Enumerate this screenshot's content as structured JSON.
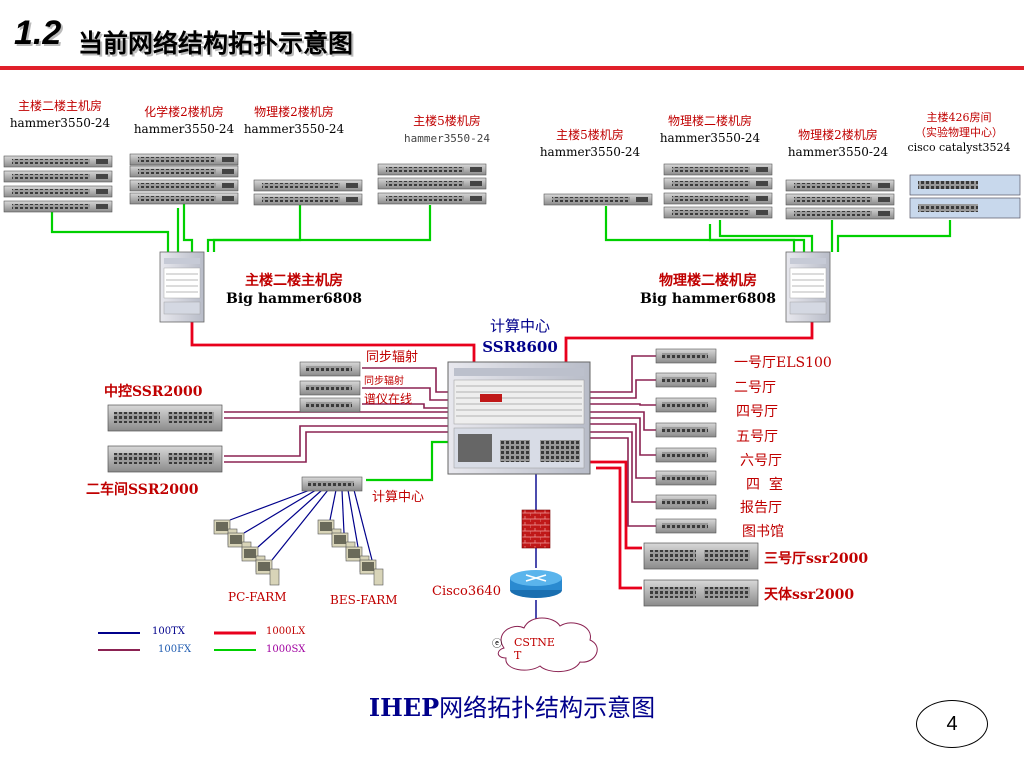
{
  "slide": {
    "title_number": "1.2",
    "title_text": "当前网络结构拓扑示意图",
    "bottom_title_a": "IHEP",
    "bottom_title_b": "网络拓扑结构示意图",
    "page_number": "4"
  },
  "top_buildings": [
    {
      "name": "主楼二楼主机房",
      "model": "hammer3550-24"
    },
    {
      "name": "化学楼2楼机房",
      "model": "hammer3550-24"
    },
    {
      "name": "物理楼2楼机房",
      "model": "hammer3550-24"
    },
    {
      "name": "主楼5楼机房",
      "model": "hammer3550-24"
    },
    {
      "name": "主楼5楼机房",
      "model": "hammer3550-24"
    },
    {
      "name": "物理楼二楼机房",
      "model": "hammer3550-24"
    },
    {
      "name": "物理楼2楼机房",
      "model": "hammer3550-24"
    },
    {
      "name": "主楼426房间",
      "note": "（实验物理中心）",
      "model": "cisco catalyst3524"
    }
  ],
  "core_left": {
    "name": "主楼二楼主机房",
    "model": "Big hammer6808"
  },
  "core_right": {
    "name": "物理楼二楼机房",
    "model": "Big hammer6808"
  },
  "center": {
    "name": "计算中心",
    "model": "SSR8600"
  },
  "left_labels": {
    "zk": "中控SSR2000",
    "ecj": "二车间SSR2000",
    "tbfs": "同步辐射",
    "tbfs_small": "同步辐射",
    "pyzx": "谱仪在线",
    "jszx": "计算中心",
    "pcfarm": "PC-FARM",
    "besfarm_a": "BES-",
    "besfarm_b": "FARM"
  },
  "right_labels": [
    "一号厅ELS100",
    "二号厅",
    "四号厅",
    "五号厅",
    "六号厅",
    "四  室",
    "报告厅",
    "图书馆"
  ],
  "right_ssr": {
    "sanhao": "三号厅ssr2000",
    "tianti": "天体ssr2000"
  },
  "router": {
    "name": "Cisco3640"
  },
  "cloud": {
    "name_a": "CSTNE",
    "name_b": "T"
  },
  "legend": [
    {
      "label": "100TX",
      "color": "#00008b"
    },
    {
      "label": "1000LX",
      "color": "#e8001c"
    },
    {
      "label": "100FX",
      "color": "#8b2252"
    },
    {
      "label": "1000SX",
      "color": "#00d000"
    }
  ],
  "colors": {
    "red": "#e8001c",
    "green": "#00d000",
    "purple": "#8b2252",
    "navy": "#00008b"
  }
}
